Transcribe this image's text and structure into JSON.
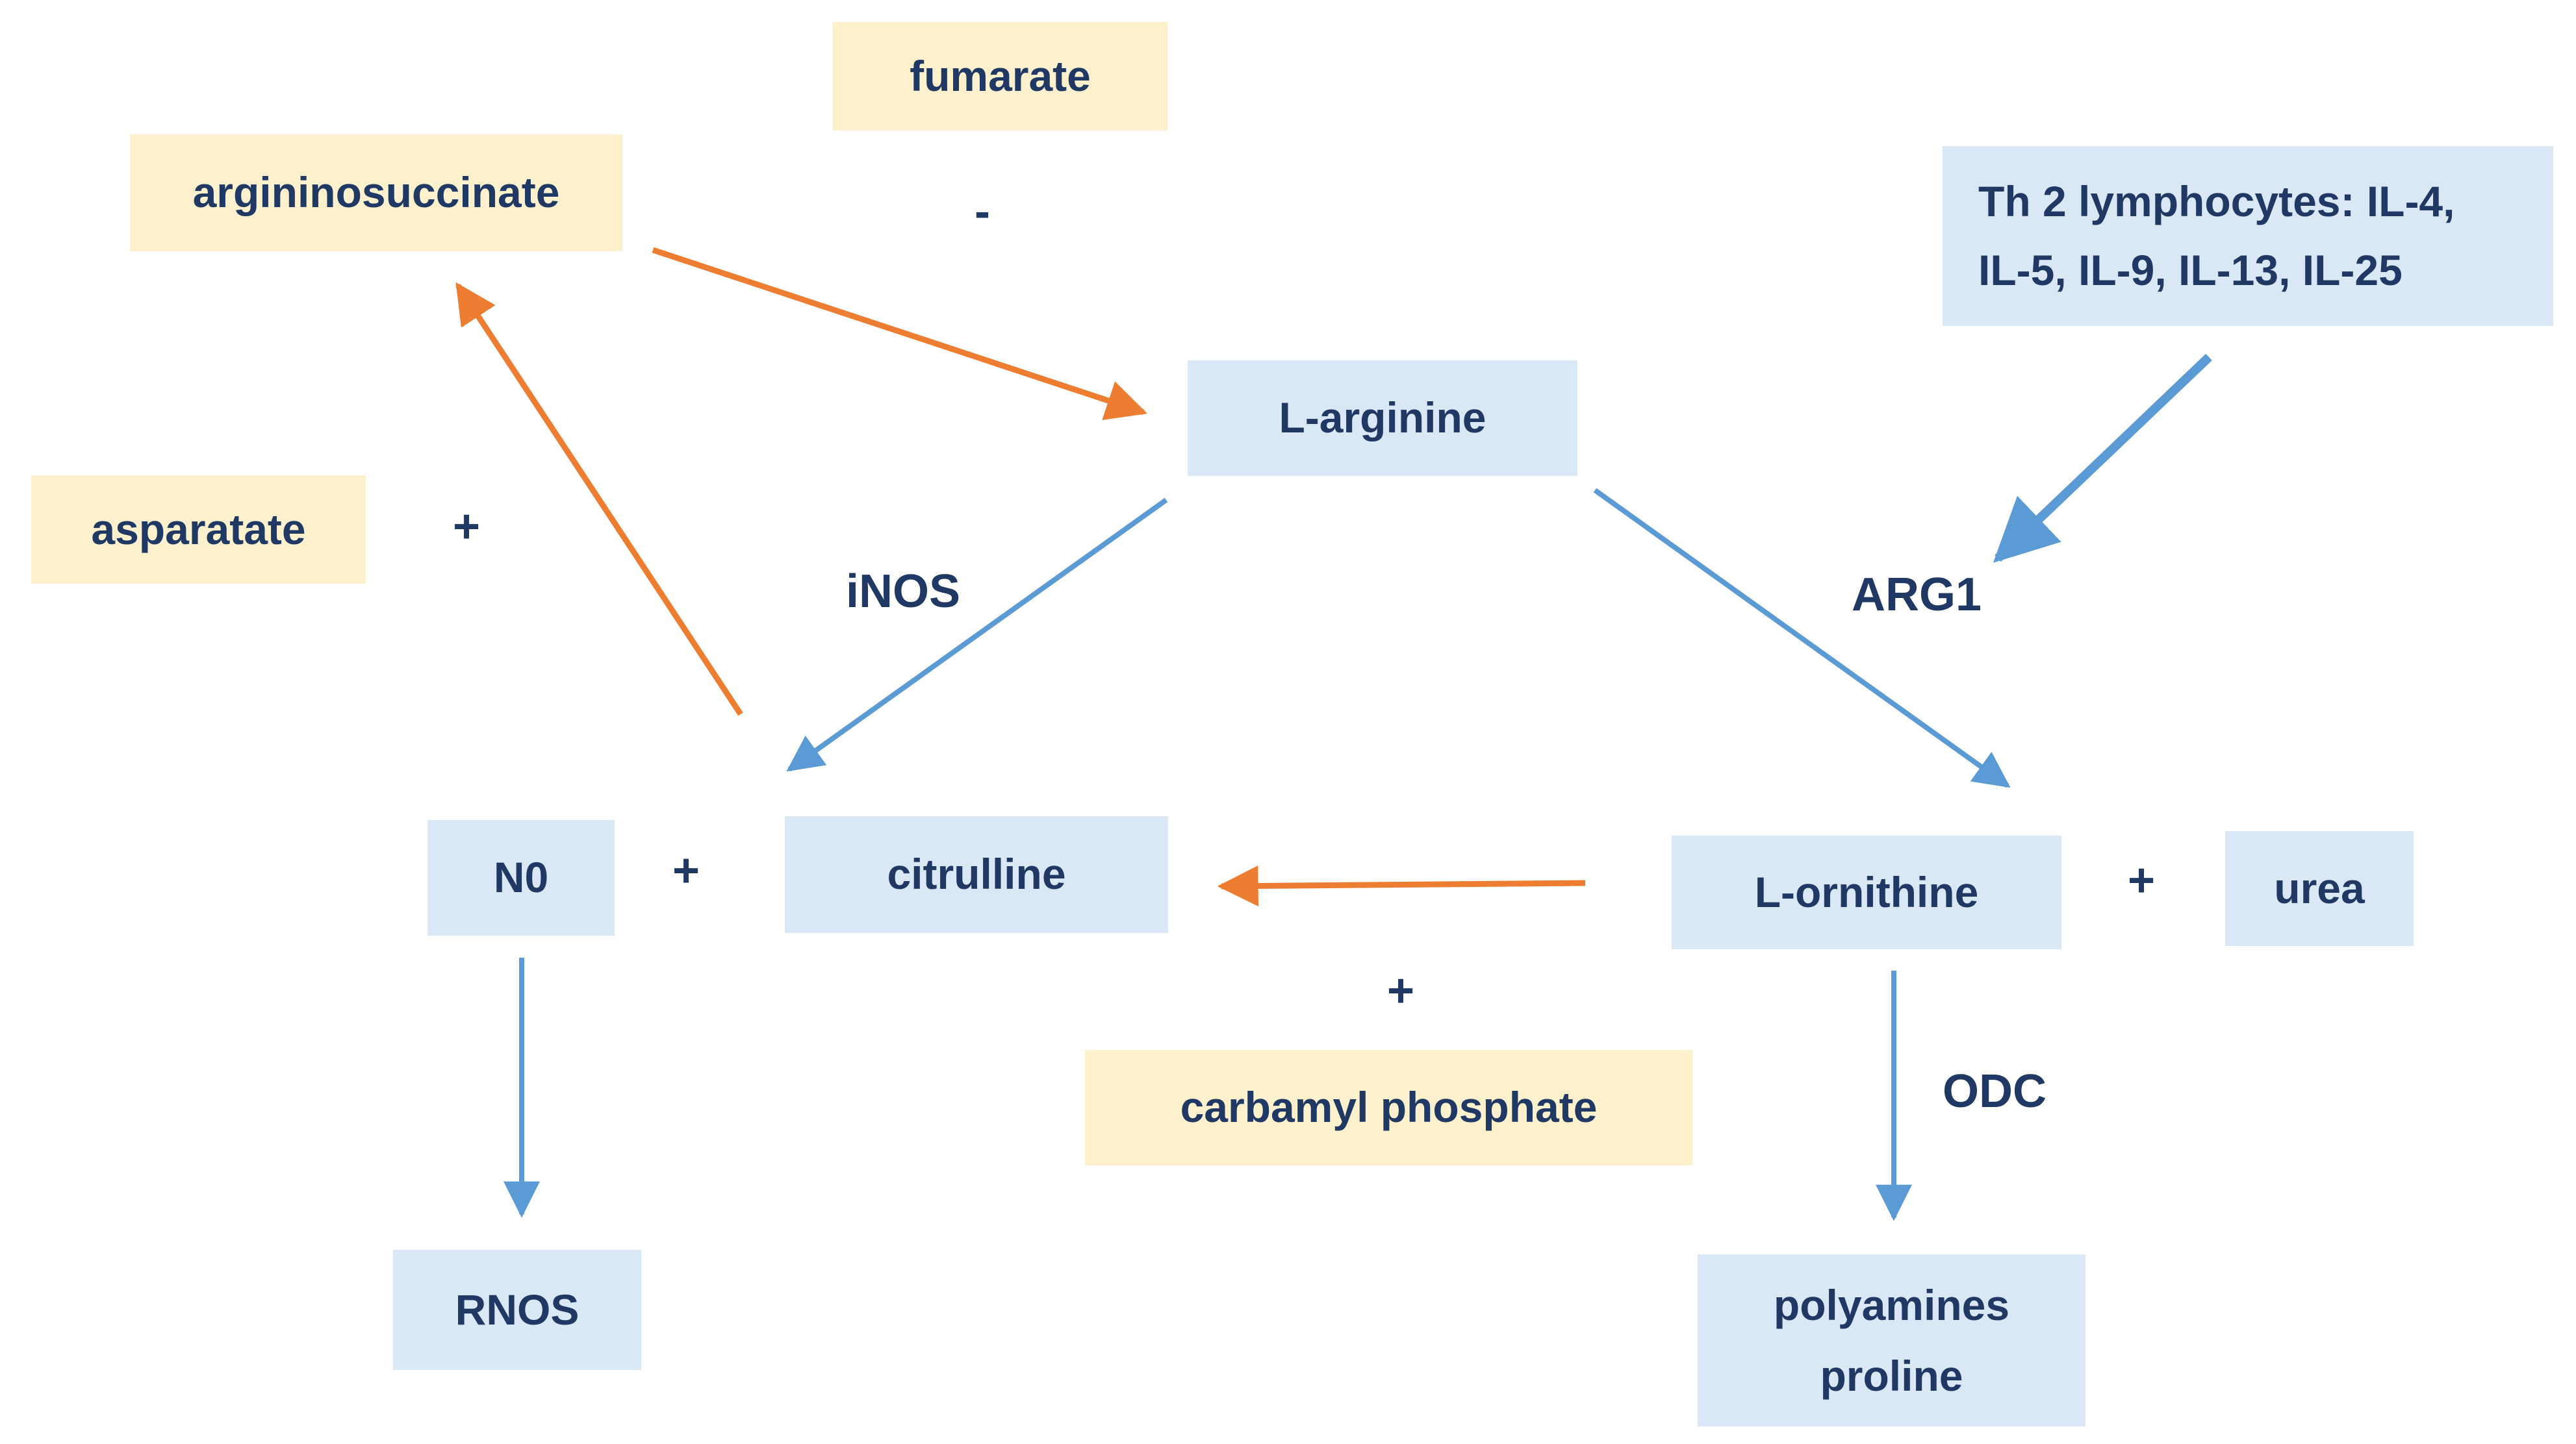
{
  "nodes": {
    "fumarate": "fumarate",
    "argininosuccinate": "argininosuccinate",
    "th2": "Th 2 lymphocytes: IL-4,\nIL-5, IL-9, IL-13, IL-25",
    "l_arginine": "L-arginine",
    "asparatate": "asparatate",
    "no": "N0",
    "citrulline": "citrulline",
    "l_ornithine": "L-ornithine",
    "urea": "urea",
    "carbamyl_phosphate": "carbamyl phosphate",
    "rnos": "RNOS",
    "polyamines_proline": "polyamines\nproline"
  },
  "enzymes": {
    "inos": "iNOS",
    "arg1": "ARG1",
    "odc": "ODC"
  },
  "operators": {
    "minus_fumarate": "-",
    "plus_asparatate": "+",
    "plus_no_citrulline": "+",
    "plus_ornithine_urea": "+",
    "plus_carbamyl": "+"
  },
  "colors": {
    "blue_box": "#dae7f5",
    "yellow_box": "#fdf0cc",
    "text": "#1f3864",
    "blue_arrow": "#5b9bd5",
    "orange_arrow": "#ed7d31"
  }
}
